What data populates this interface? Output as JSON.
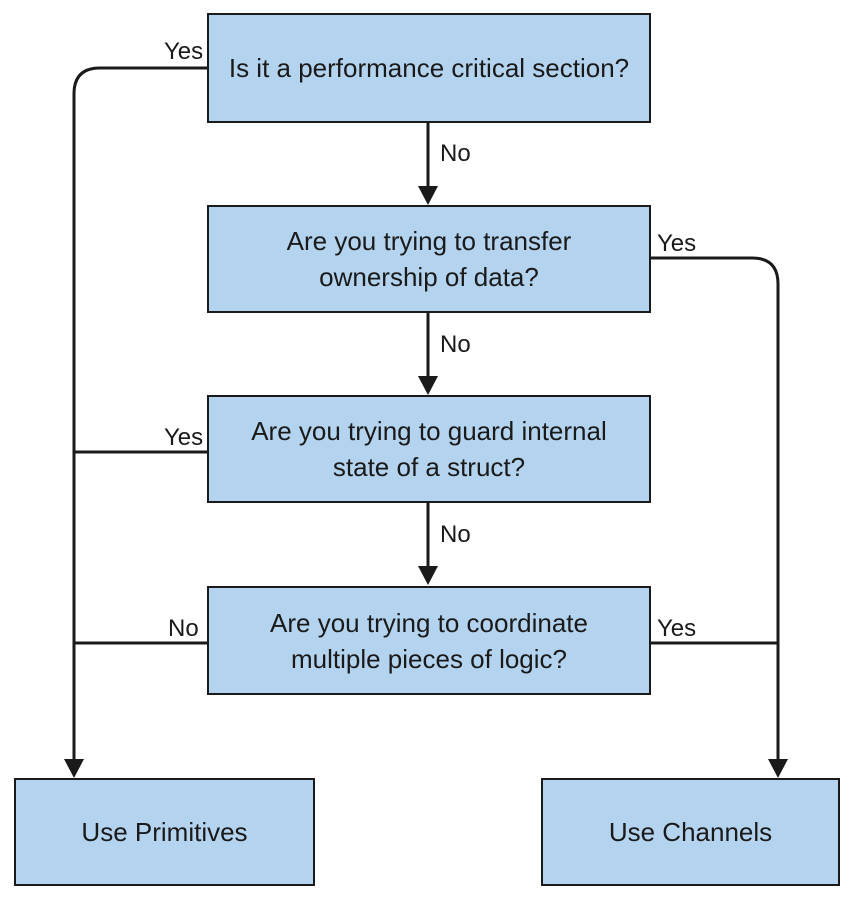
{
  "colors": {
    "box_fill": "#b3d3ee",
    "line": "#1a1a1a"
  },
  "nodes": {
    "q1": {
      "line1": "Is it a performance critical section?"
    },
    "q2": {
      "line1": "Are you trying to transfer",
      "line2": "ownership of data?"
    },
    "q3": {
      "line1": "Are you trying to guard internal",
      "line2": "state of a struct?"
    },
    "q4": {
      "line1": "Are you trying to coordinate",
      "line2": "multiple pieces of logic?"
    },
    "primitives": "Use Primitives",
    "channels": "Use Channels"
  },
  "edges": {
    "q1_yes": "Yes",
    "q1_no": "No",
    "q2_yes": "Yes",
    "q2_no": "No",
    "q3_yes": "Yes",
    "q3_no": "No",
    "q4_no": "No",
    "q4_yes": "Yes"
  }
}
